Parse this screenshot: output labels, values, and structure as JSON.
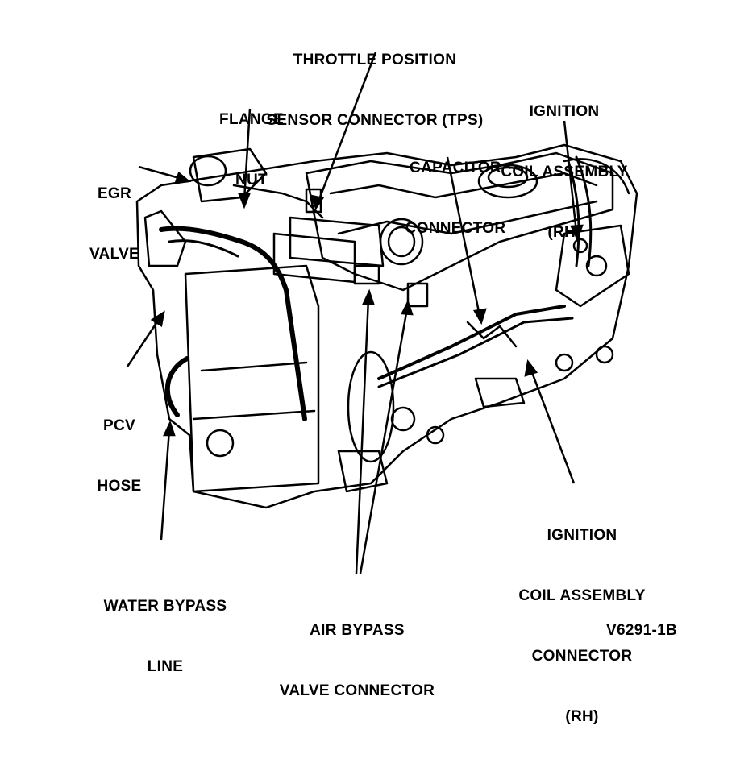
{
  "labels": {
    "throttle_position": [
      "THROTTLE POSITION",
      "SENSOR CONNECTOR (TPS)"
    ],
    "flange_nut": [
      "FLANGE",
      "NUT"
    ],
    "ignition_coil": [
      "IGNITION",
      "COIL ASSEMBLY",
      "(RH)"
    ],
    "egr_valve": [
      "EGR",
      "VALVE"
    ],
    "capacitor_connector": [
      "CAPACITOR",
      "CONNECTOR"
    ],
    "pcv_hose": [
      "PCV",
      "HOSE"
    ],
    "ignition_coil_connector": [
      "IGNITION",
      "COIL ASSEMBLY",
      "CONNECTOR",
      "(RH)"
    ],
    "water_bypass_line": [
      "WATER BYPASS",
      "LINE"
    ],
    "air_bypass_valve": [
      "AIR BYPASS",
      "VALVE CONNECTOR"
    ]
  },
  "figure_id": "V6291-1B"
}
